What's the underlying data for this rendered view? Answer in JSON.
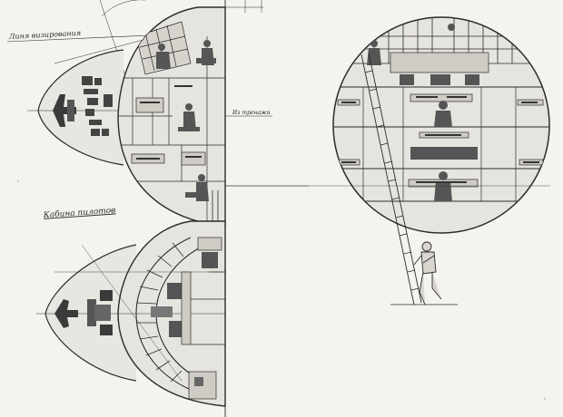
{
  "labels": {
    "sight_line": "Линя визирования",
    "to_rear": "Из тренажа",
    "pilot_cabin": "Кабина пилотов"
  },
  "colors": {
    "paper": "#f4f3ef",
    "line": "#2b2b2b",
    "fill_light": "#e4e2dc",
    "fill_mid": "#cfccc5",
    "dark": "#3a3a3a"
  }
}
